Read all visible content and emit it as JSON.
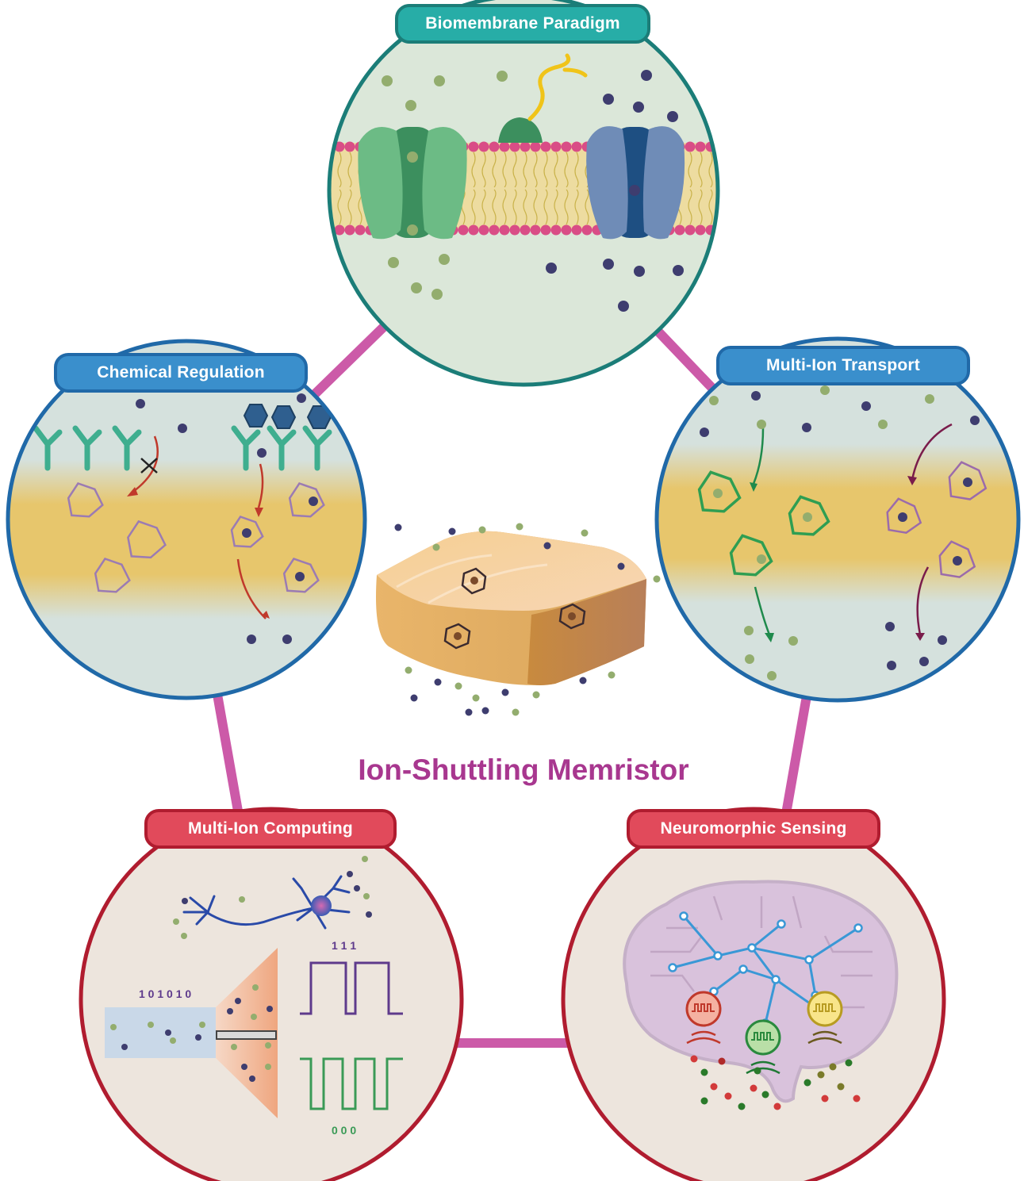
{
  "center_title": "Ion-Shuttling Memristor",
  "panels": {
    "biomembrane": {
      "label": "Biomembrane Paradigm"
    },
    "chemical": {
      "label": "Chemical Regulation"
    },
    "multi_ion_transport": {
      "label": "Multi-Ion Transport"
    },
    "multi_ion_computing": {
      "label": "Multi-Ion Computing",
      "binary_in": "1 0 1 0 1 0",
      "pulse_top": "1 1 1",
      "pulse_bottom": "0 0 0"
    },
    "neuromorphic_sensing": {
      "label": "Neuromorphic Sensing"
    }
  },
  "colors": {
    "connector": "#cc5aa8",
    "teal_frame": "#1b7d78",
    "blue_frame": "#2069a8",
    "red_frame": "#b01c2f",
    "membrane": "#e8c56c",
    "lipid_head": "#d94d86",
    "green_ion": "#93ad6e",
    "purple_ion": "#3e3d6f",
    "title": "#a8378f"
  }
}
